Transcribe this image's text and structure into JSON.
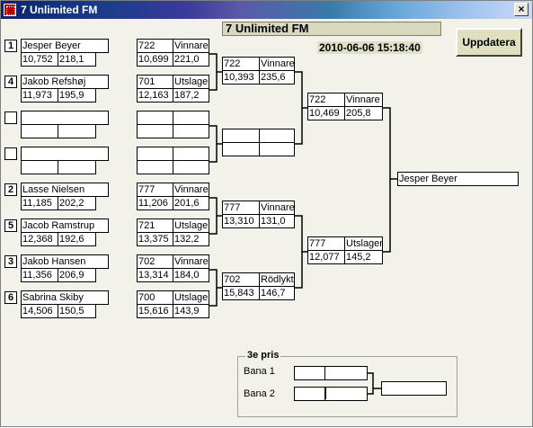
{
  "window": {
    "title": "7 Unlimited FM"
  },
  "header": {
    "title": "7 Unlimited FM",
    "datetime": "2010-06-06 15:18:40",
    "update_label": "Uppdatera"
  },
  "round1": [
    {
      "seed": "1",
      "name": "Jesper Beyer",
      "a": "10,752",
      "b": "218,1",
      "lane": "722",
      "result": "Vinnare",
      "ra": "10,699",
      "rb": "221,0"
    },
    {
      "seed": "4",
      "name": "Jakob Refshøj",
      "a": "11,973",
      "b": "195,9",
      "lane": "701",
      "result": "Utslagen",
      "ra": "12,163",
      "rb": "187,2"
    },
    {
      "seed": "",
      "name": "",
      "a": "",
      "b": "",
      "lane": "",
      "result": "",
      "ra": "",
      "rb": ""
    },
    {
      "seed": "",
      "name": "",
      "a": "",
      "b": "",
      "lane": "",
      "result": "",
      "ra": "",
      "rb": ""
    },
    {
      "seed": "2",
      "name": "Lasse Nielsen",
      "a": "11,185",
      "b": "202,2",
      "lane": "777",
      "result": "Vinnare",
      "ra": "11,206",
      "rb": "201,6"
    },
    {
      "seed": "5",
      "name": "Jacob Ramstrup",
      "a": "12,368",
      "b": "192,6",
      "lane": "721",
      "result": "Utslagen",
      "ra": "13,375",
      "rb": "132,2"
    },
    {
      "seed": "3",
      "name": "Jakob Hansen",
      "a": "11,356",
      "b": "206,9",
      "lane": "702",
      "result": "Vinnare",
      "ra": "13,314",
      "rb": "184,0"
    },
    {
      "seed": "6",
      "name": "Sabrina Skiby",
      "a": "14,506",
      "b": "150,5",
      "lane": "700",
      "result": "Utslagen",
      "ra": "15,616",
      "rb": "143,9"
    }
  ],
  "round2": [
    {
      "lane": "722",
      "result": "Vinnare",
      "a": "10,393",
      "b": "235,6"
    },
    {
      "lane": "",
      "result": "",
      "a": "",
      "b": ""
    },
    {
      "lane": "777",
      "result": "Vinnare",
      "a": "13,310",
      "b": "131,0"
    },
    {
      "lane": "702",
      "result": "Rödlykta",
      "a": "15,843",
      "b": "146,7"
    }
  ],
  "round3": [
    {
      "lane": "722",
      "result": "Vinnare",
      "a": "10,469",
      "b": "205,8"
    },
    {
      "lane": "777",
      "result": "Utslagen",
      "a": "12,077",
      "b": "145,2"
    }
  ],
  "winner": "Jesper Beyer",
  "third_prize": {
    "label": "3e pris",
    "lane1": "Bana 1",
    "lane2": "Bana 2"
  }
}
